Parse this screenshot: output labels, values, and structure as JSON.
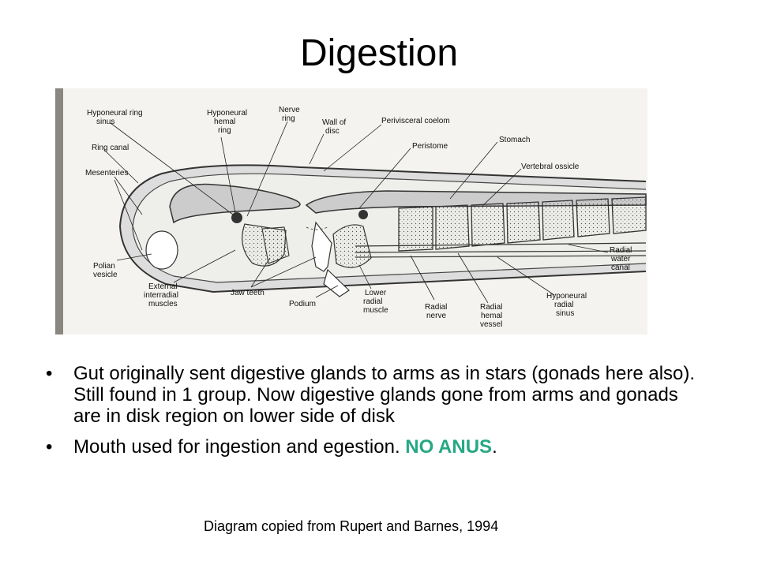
{
  "slide": {
    "title": "Digestion"
  },
  "diagram": {
    "labels": {
      "hyponeural_ring_sinus": [
        "Hyponeural ring",
        "sinus"
      ],
      "hyponeural_hemal_ring": [
        "Hyponeural",
        "hemal",
        "ring"
      ],
      "nerve_ring": [
        "Nerve",
        "ring"
      ],
      "wall_of_disc": [
        "Wall of",
        "disc"
      ],
      "perivisceral_coelom": [
        "Perivisceral coelom"
      ],
      "peristome": [
        "Peristome"
      ],
      "stomach": [
        "Stomach"
      ],
      "vertebral_ossicle": [
        "Vertebral ossicle"
      ],
      "ring_canal": [
        "Ring canal"
      ],
      "mesenteries": [
        "Mesenteries"
      ],
      "polian_vesicle": [
        "Polian",
        "vesicle"
      ],
      "external_interradial_muscles": [
        "External",
        "interradial",
        "muscles"
      ],
      "jaw_teeth": [
        "Jaw teeth"
      ],
      "podium": [
        "Podium"
      ],
      "lower_radial_muscle": [
        "Lower",
        "radial",
        "muscle"
      ],
      "radial_nerve": [
        "Radial",
        "nerve"
      ],
      "radial_hemal_vessel": [
        "Radial",
        "hemal",
        "vessel"
      ],
      "hyponeural_radial_sinus": [
        "Hyponeural",
        "radial",
        "sinus"
      ],
      "radial_water_canal": [
        "Radial",
        "water",
        "canal"
      ]
    }
  },
  "bullets": [
    {
      "glyph": "•",
      "text": "Gut originally sent digestive glands to arms as in stars (gonads here also). Still found in 1 group. Now digestive glands gone from arms and gonads are in disk region on lower side of disk"
    },
    {
      "glyph": "•",
      "text": "Mouth used for ingestion and egestion. ",
      "highlight": "NO ANUS",
      "suffix": "."
    }
  ],
  "caption": "Diagram copied from Rupert and Barnes, 1994",
  "colors": {
    "highlight": "#26a884"
  }
}
